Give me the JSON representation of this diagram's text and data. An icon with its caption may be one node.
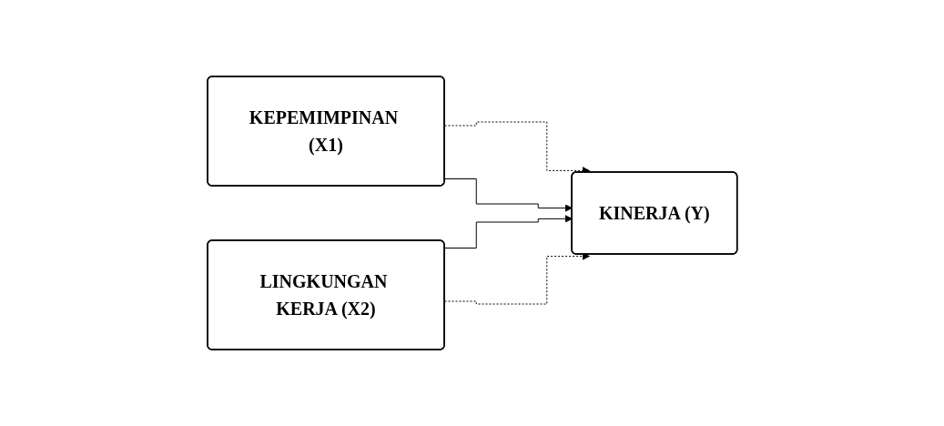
{
  "diagram": {
    "nodes": [
      {
        "text": [
          "KEPEMIMPINAN (X1)"
        ]
      },
      {
        "text": [
          "LINGKUNGAN KERJA (X2)"
        ]
      },
      {
        "text": [
          "KINERJA (Y)"
        ]
      }
    ],
    "edges": [
      {
        "from": 0,
        "to": 2,
        "arrow": "to",
        "style": "dashed"
      },
      {
        "from": 0,
        "to": 2,
        "arrow": "to"
      },
      {
        "from": 1,
        "to": 2,
        "arrow": "to"
      },
      {
        "from": 1,
        "to": 2,
        "arrow": "to",
        "style": "dashed"
      }
    ]
  }
}
